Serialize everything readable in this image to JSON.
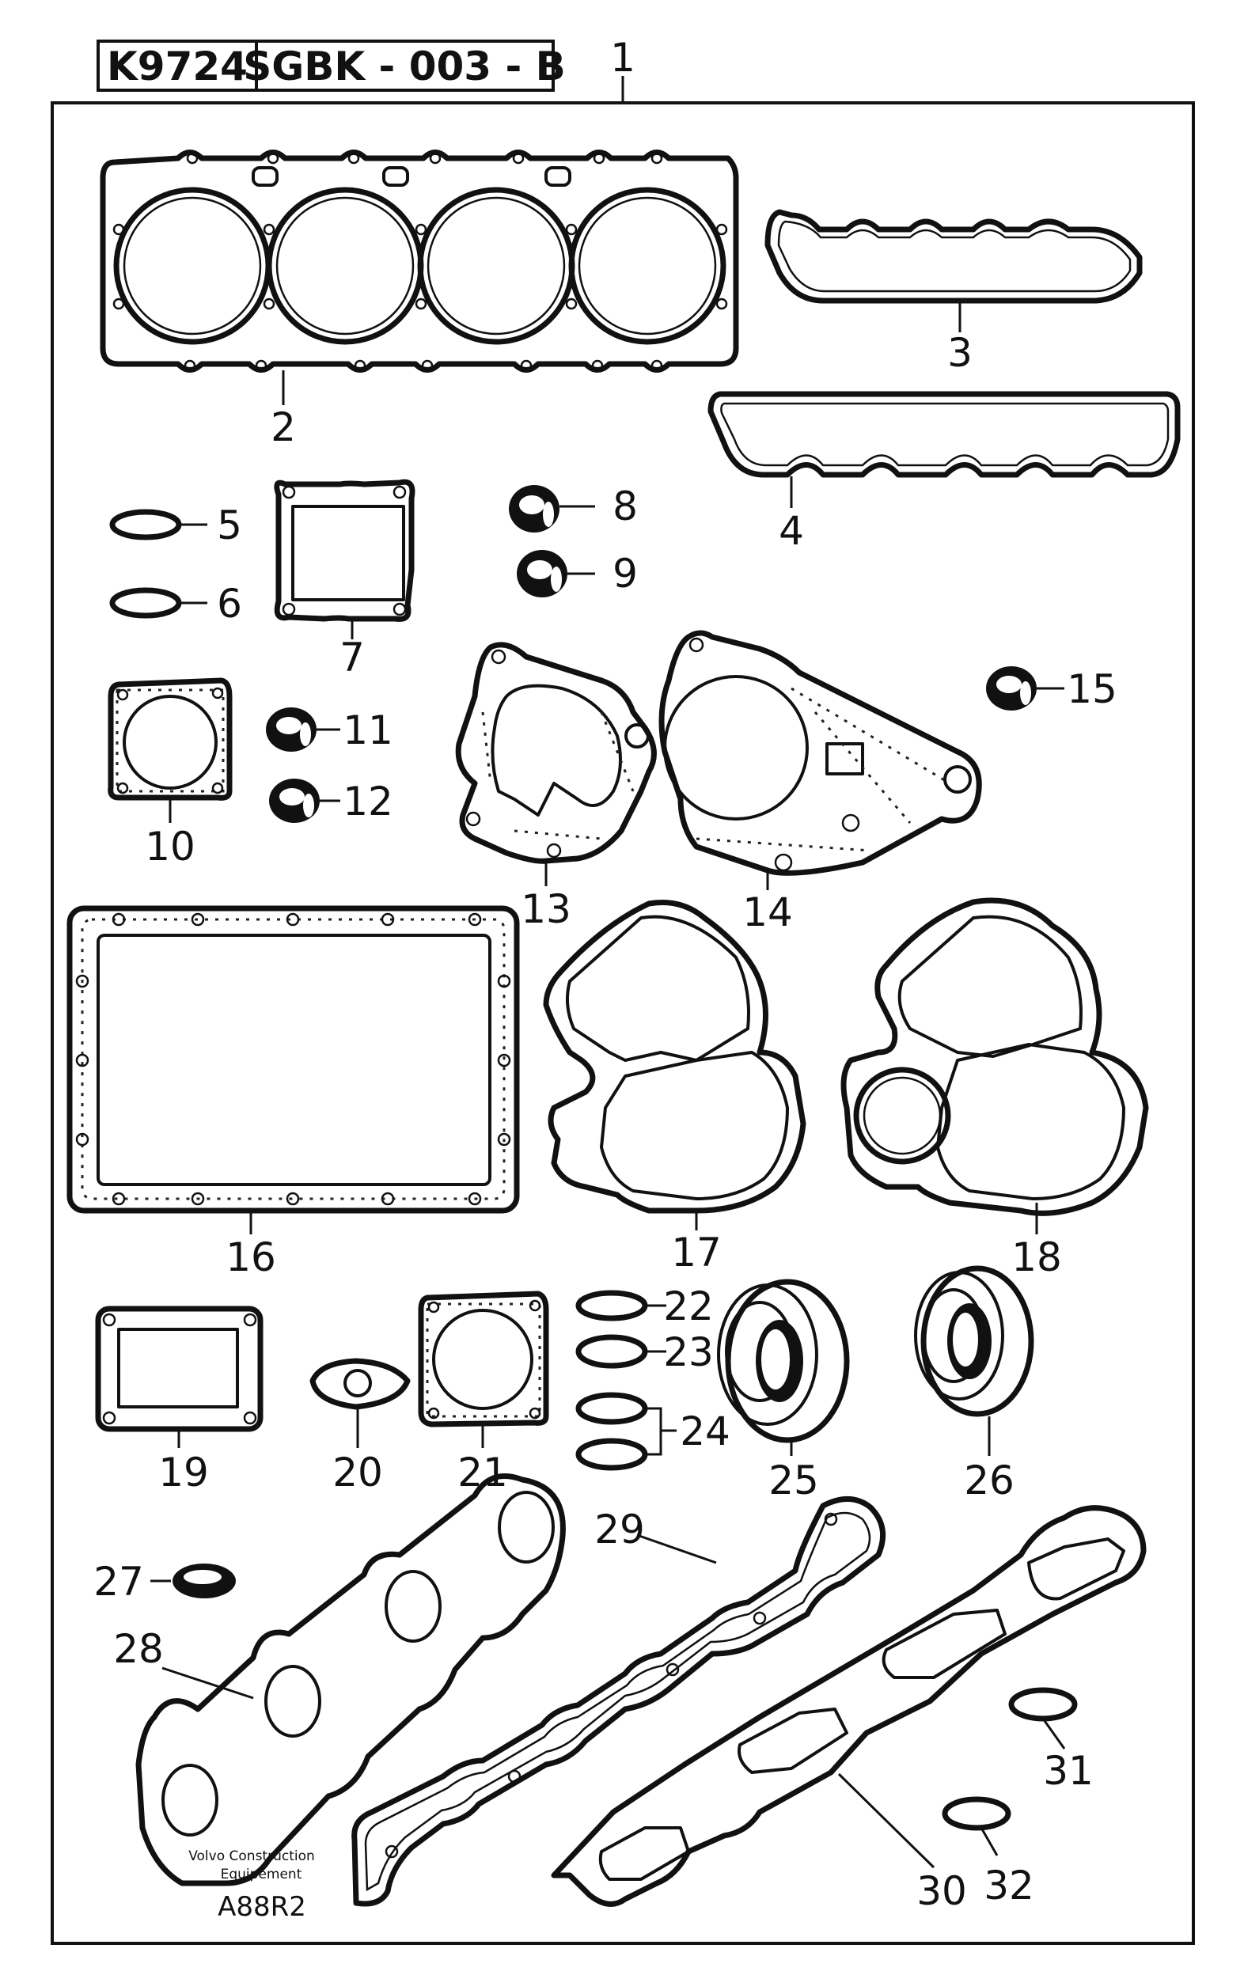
{
  "header": {
    "part_code": "K9724",
    "group_code": "SGBK - 003 - B"
  },
  "set_callout": "1",
  "callouts": [
    "2",
    "3",
    "4",
    "5",
    "6",
    "7",
    "8",
    "9",
    "10",
    "11",
    "12",
    "13",
    "14",
    "15",
    "16",
    "17",
    "18",
    "19",
    "20",
    "21",
    "22",
    "23",
    "24",
    "25",
    "26",
    "27",
    "28",
    "29",
    "30",
    "31",
    "32"
  ],
  "watermark": {
    "line1": "Volvo Construction",
    "line2": "Equipement"
  },
  "drawing_code": "A88R2"
}
